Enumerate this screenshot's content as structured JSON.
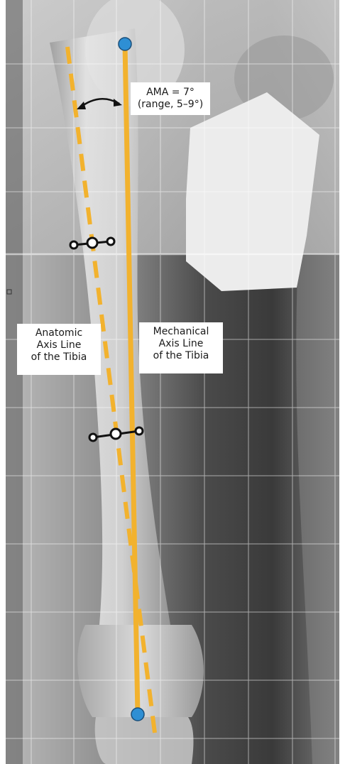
{
  "figure": {
    "ama_label": {
      "line1": "AMA = 7°",
      "line2": "(range, 5–9°)"
    },
    "anatomic_axis_label": {
      "line1": "Anatomic",
      "line2": "Axis Line",
      "line3": "of the Tibia"
    },
    "mechanical_axis_label": {
      "line1": "Mechanical",
      "line2": "Axis Line",
      "line3": "of the Tibia"
    },
    "colors": {
      "axis_line": "#f2b22e",
      "endpoint": "#2e8fd4",
      "grid": "#ffffff",
      "label_bg": "#ffffff"
    }
  }
}
